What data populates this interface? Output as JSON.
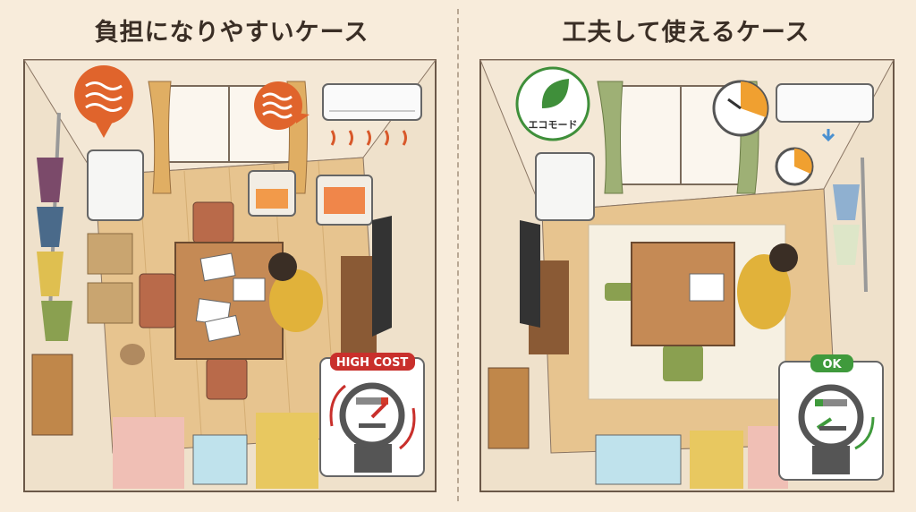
{
  "left_panel": {
    "title": "負担になりやすいケース",
    "meter_badge": "HIGH COST",
    "meter_level": "high",
    "colors": {
      "badge": "#c9302c",
      "heat": "#e0642c"
    }
  },
  "right_panel": {
    "title": "工夫して使えるケース",
    "meter_badge": "OK",
    "eco_label": "エコモード",
    "meter_level": "low",
    "colors": {
      "badge": "#3f9a3c",
      "eco": "#3f8f3a",
      "timer": "#f0a030"
    }
  }
}
